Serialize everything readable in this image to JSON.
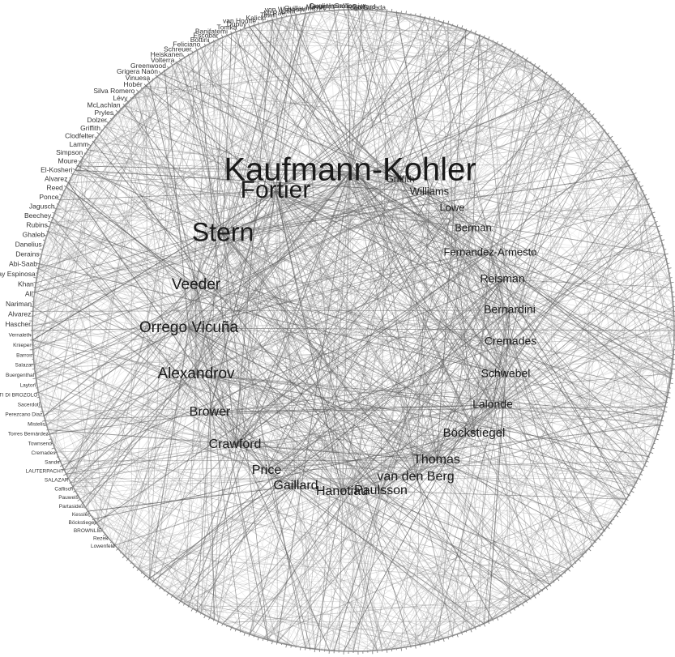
{
  "central_nodes": [
    {
      "label": "Kaufmann-Kohler",
      "weight": 5
    },
    {
      "label": "Fortier",
      "weight": 4
    },
    {
      "label": "Stern",
      "weight": 4
    },
    {
      "label": "Veeder",
      "weight": 3
    },
    {
      "label": "Orrego Vicuña",
      "weight": 3
    },
    {
      "label": "Alexandrov",
      "weight": 3
    },
    {
      "label": "Brower",
      "weight": 2
    },
    {
      "label": "Crawford",
      "weight": 2
    },
    {
      "label": "Price",
      "weight": 2
    },
    {
      "label": "Gaillard",
      "weight": 2
    },
    {
      "label": "Hanotiau",
      "weight": 2
    },
    {
      "label": "Paulsson",
      "weight": 2
    },
    {
      "label": "van den Berg",
      "weight": 2
    },
    {
      "label": "Thomas",
      "weight": 2
    },
    {
      "label": "Böckstiegel",
      "weight": 2
    },
    {
      "label": "Lalonde",
      "weight": 1
    },
    {
      "label": "Schwebel",
      "weight": 1
    },
    {
      "label": "Cremades",
      "weight": 1
    },
    {
      "label": "Bernardini",
      "weight": 1
    },
    {
      "label": "Reisman",
      "weight": 1
    },
    {
      "label": "Fernandez-Armesto",
      "weight": 1
    },
    {
      "label": "Berman",
      "weight": 1
    },
    {
      "label": "Lowe",
      "weight": 1
    },
    {
      "label": "Williams",
      "weight": 1
    },
    {
      "label": "Griffith",
      "weight": 1
    }
  ],
  "rim_nodes": [
    "Rigo Sureda",
    "Gaillard",
    "Tercier",
    "Salans",
    "Guglielmino",
    "Douglas",
    "Mayer",
    "Guillaume",
    "von Wobeser",
    "Lalla",
    "McRae",
    "Tawil",
    "Kalicki",
    "van Houtte",
    "Dupuy",
    "Tomka",
    "Banifatemi",
    "Escobar",
    "Bottini",
    "Feliciano",
    "Schreuer",
    "Heiskanen",
    "Volterra",
    "Greenwood",
    "Grigera Naón",
    "Vinuesa",
    "Hobér",
    "Silva Romero",
    "Lévy",
    "McLachlan",
    "Pryles",
    "Dolzer",
    "Griffith",
    "Clodfelter",
    "Lamm",
    "Simpson",
    "Moure",
    "El-Kosheri",
    "Alvarez",
    "Reed",
    "Ponce",
    "Jagusch",
    "Beechey",
    "Rubins",
    "Ghaleb",
    "Danelius",
    "Derains",
    "Abi-Saab",
    "Wray Espinosa",
    "Khan",
    "Ali",
    "Nariman",
    "Alvarez",
    "Hascher",
    "Vernaleth",
    "Knieper",
    "Barros",
    "Salazar",
    "Buergenthal",
    "Layton",
    "RADICATI DI BROZOLO",
    "Sacerdoti",
    "Perezcano Diaz",
    "Mistelis",
    "Torres Bernárdez",
    "Townsend",
    "Cremades",
    "Sands",
    "LAUTERPACHT",
    "SALAZAR",
    "Caflisch",
    "Pauwels",
    "Partasides",
    "Kessler",
    "Böckstiegel",
    "BROWNLIE",
    "Rezek",
    "Lowenfeld"
  ]
}
